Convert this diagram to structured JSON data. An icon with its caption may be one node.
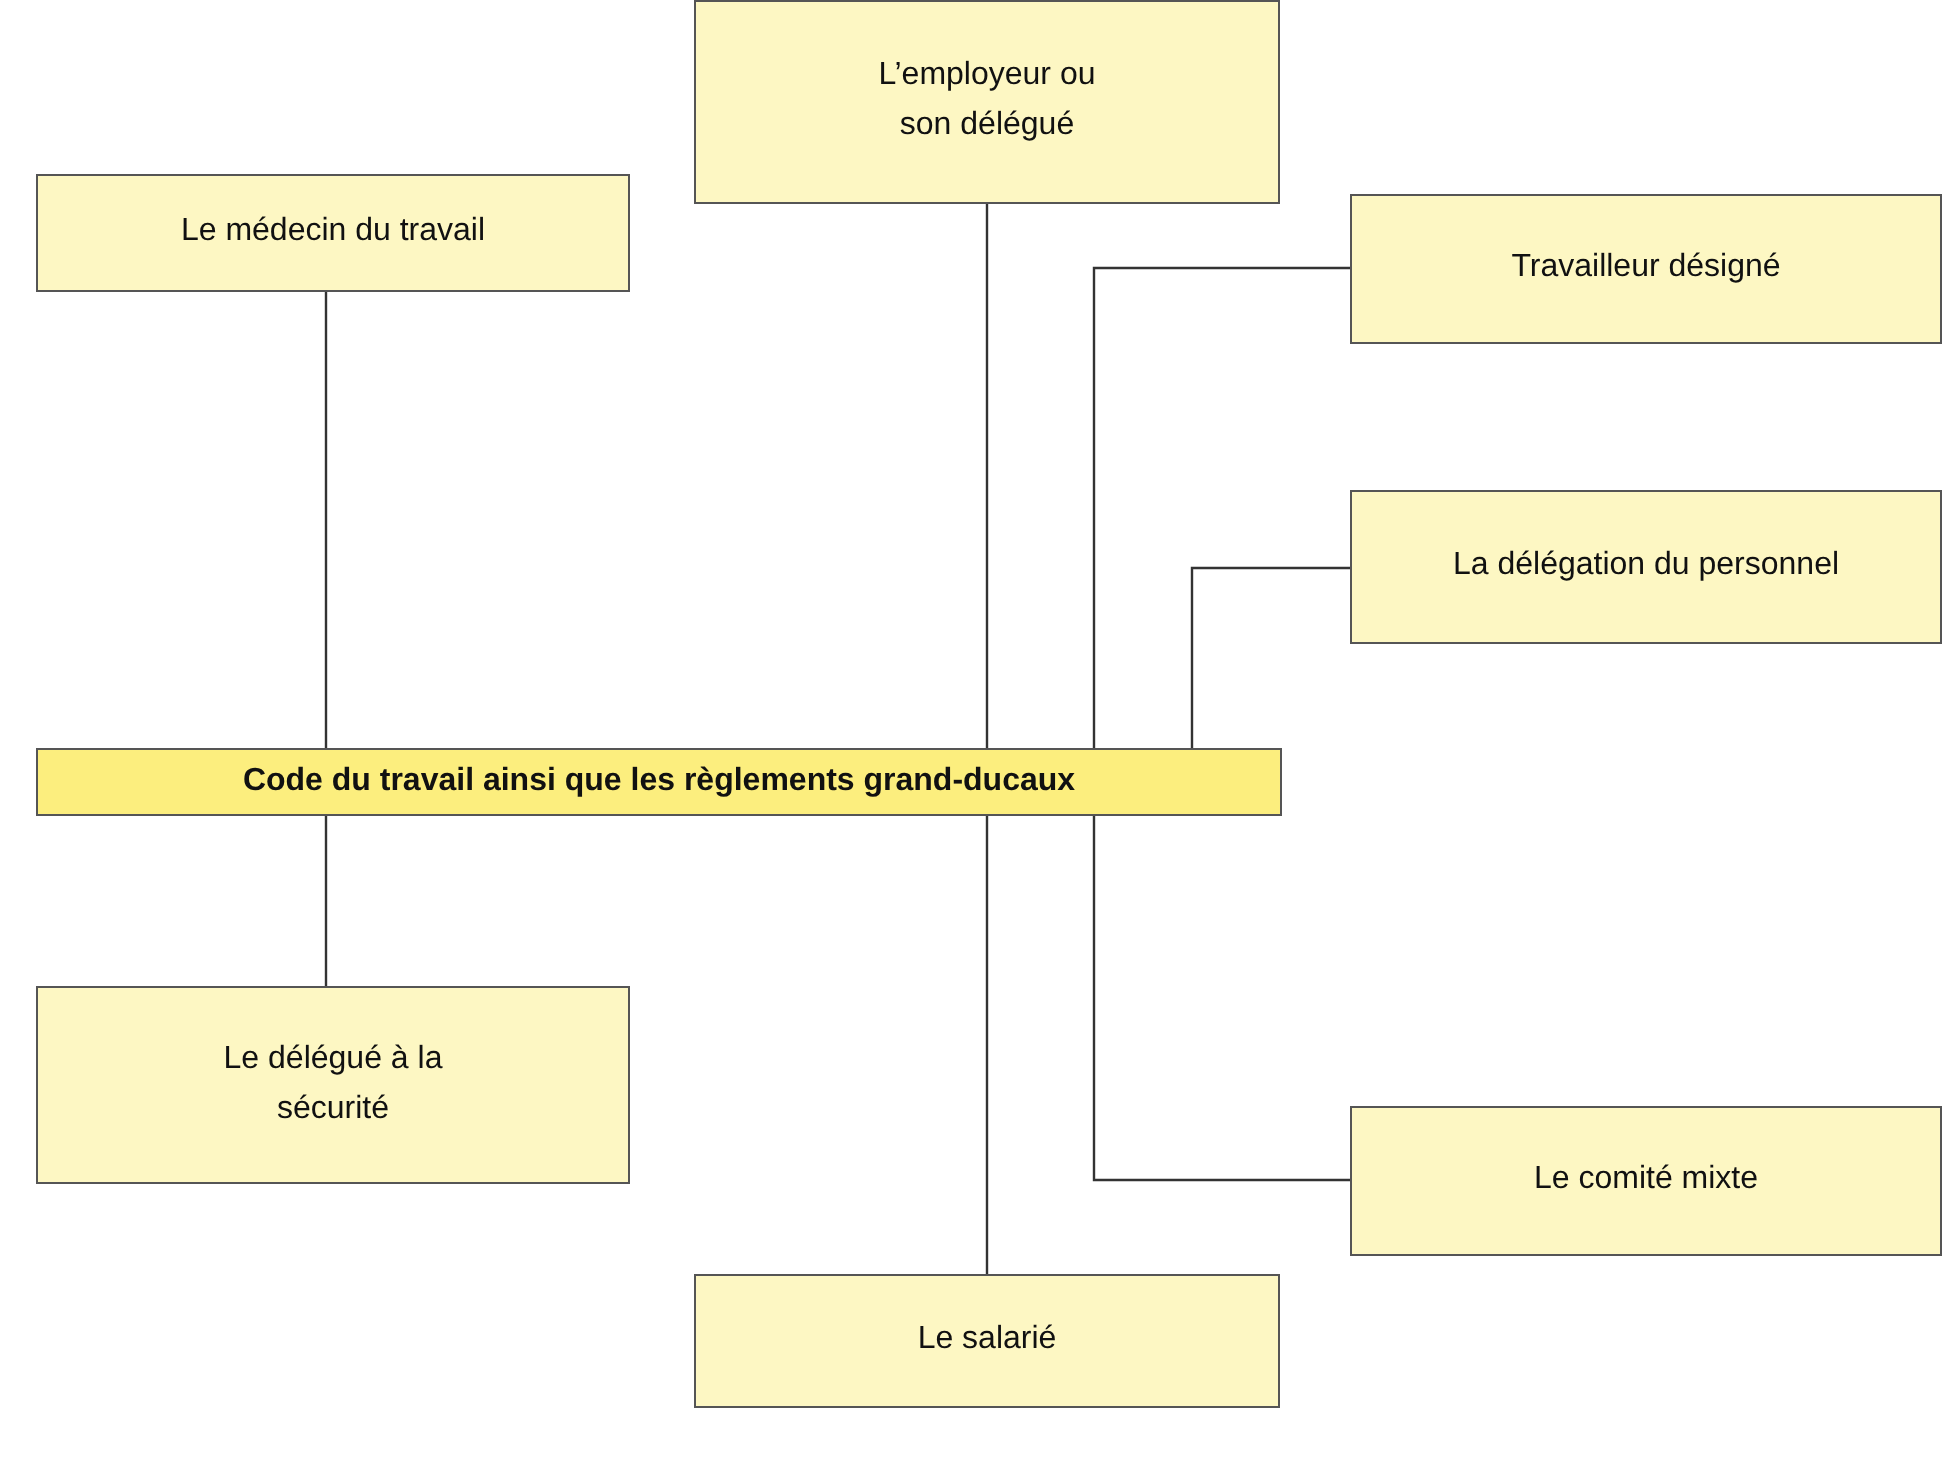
{
  "diagram": {
    "nodes": [
      {
        "text": [
          "L’employeur ou son délégué"
        ]
      },
      {
        "text": [
          "Le médecin du travail"
        ]
      },
      {
        "text": [
          "Travailleur désigné"
        ]
      },
      {
        "text": [
          "La délégation du personnel"
        ]
      },
      {
        "text": [
          "Code du travail ainsi que les règlements grand-ducaux"
        ]
      },
      {
        "text": [
          "Le délégué à la sécurité"
        ]
      },
      {
        "text": [
          "Le comité mixte"
        ]
      },
      {
        "text": [
          "Le salarié"
        ]
      }
    ],
    "edges": [
      {
        "from": 0,
        "to": 4,
        "arrow": "none"
      },
      {
        "from": 1,
        "to": 4,
        "arrow": "none"
      },
      {
        "from": 2,
        "to": 4,
        "arrow": "none"
      },
      {
        "from": 3,
        "to": 4,
        "arrow": "none"
      },
      {
        "from": 4,
        "to": 5,
        "arrow": "none"
      },
      {
        "from": 4,
        "to": 6,
        "arrow": "none"
      },
      {
        "from": 4,
        "to": 7,
        "arrow": "none"
      }
    ]
  }
}
